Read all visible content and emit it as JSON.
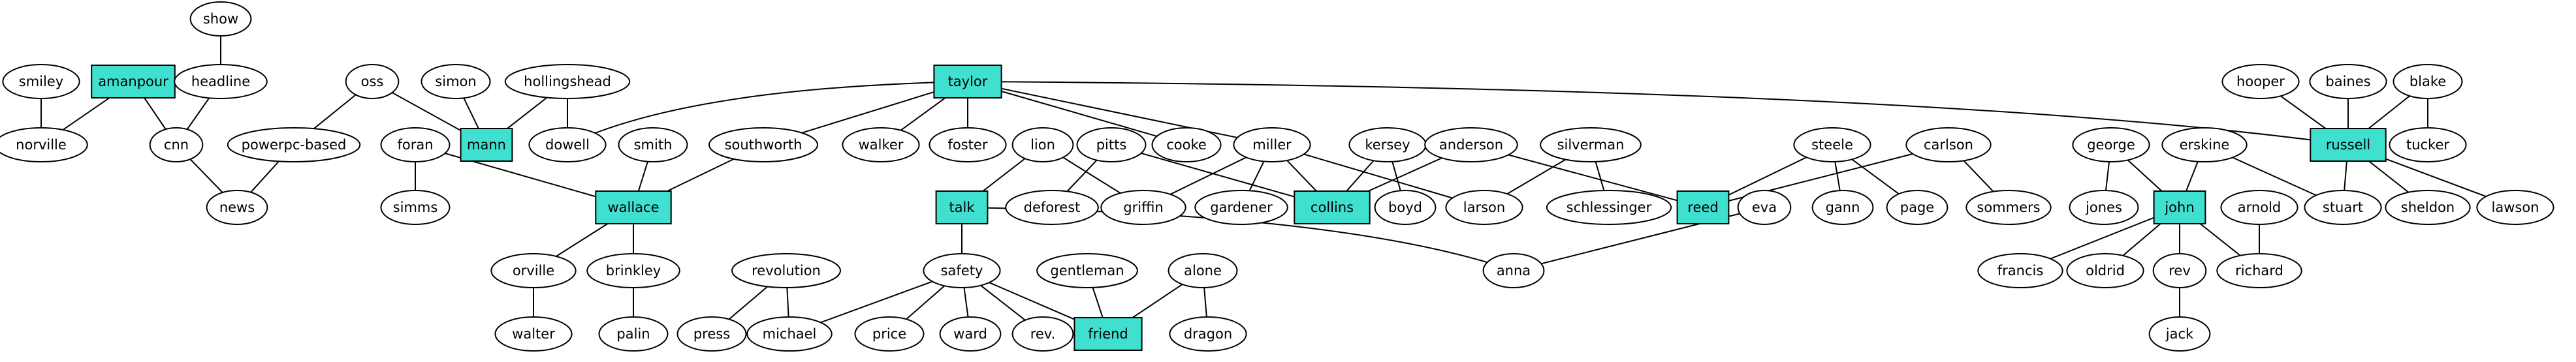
{
  "colors": {
    "highlight_fill": "#40e0d0",
    "default_fill": "#ffffff",
    "stroke": "#000000"
  },
  "nodes": [
    {
      "id": "smiley",
      "label": "smiley",
      "shape": "ellipse"
    },
    {
      "id": "amanpour",
      "label": "amanpour",
      "shape": "box"
    },
    {
      "id": "show",
      "label": "show",
      "shape": "ellipse"
    },
    {
      "id": "headline",
      "label": "headline",
      "shape": "ellipse"
    },
    {
      "id": "norville",
      "label": "norville",
      "shape": "ellipse"
    },
    {
      "id": "cnn",
      "label": "cnn",
      "shape": "ellipse"
    },
    {
      "id": "oss",
      "label": "oss",
      "shape": "ellipse"
    },
    {
      "id": "simon",
      "label": "simon",
      "shape": "ellipse"
    },
    {
      "id": "hollingshead",
      "label": "hollingshead",
      "shape": "ellipse"
    },
    {
      "id": "powerpc-based",
      "label": "powerpc-based",
      "shape": "ellipse"
    },
    {
      "id": "mann",
      "label": "mann",
      "shape": "box"
    },
    {
      "id": "dowell",
      "label": "dowell",
      "shape": "ellipse"
    },
    {
      "id": "news",
      "label": "news",
      "shape": "ellipse"
    },
    {
      "id": "foran",
      "label": "foran",
      "shape": "ellipse"
    },
    {
      "id": "smith",
      "label": "smith",
      "shape": "ellipse"
    },
    {
      "id": "southworth",
      "label": "southworth",
      "shape": "ellipse"
    },
    {
      "id": "simms",
      "label": "simms",
      "shape": "ellipse"
    },
    {
      "id": "wallace",
      "label": "wallace",
      "shape": "box"
    },
    {
      "id": "orville",
      "label": "orville",
      "shape": "ellipse"
    },
    {
      "id": "brinkley",
      "label": "brinkley",
      "shape": "ellipse"
    },
    {
      "id": "walter",
      "label": "walter",
      "shape": "ellipse"
    },
    {
      "id": "palin",
      "label": "palin",
      "shape": "ellipse"
    },
    {
      "id": "taylor",
      "label": "taylor",
      "shape": "box"
    },
    {
      "id": "walker",
      "label": "walker",
      "shape": "ellipse"
    },
    {
      "id": "foster",
      "label": "foster",
      "shape": "ellipse"
    },
    {
      "id": "cooke",
      "label": "cooke",
      "shape": "ellipse"
    },
    {
      "id": "lion",
      "label": "lion",
      "shape": "ellipse"
    },
    {
      "id": "pitts",
      "label": "pitts",
      "shape": "ellipse"
    },
    {
      "id": "miller",
      "label": "miller",
      "shape": "ellipse"
    },
    {
      "id": "kersey",
      "label": "kersey",
      "shape": "ellipse"
    },
    {
      "id": "anderson",
      "label": "anderson",
      "shape": "ellipse"
    },
    {
      "id": "silverman",
      "label": "silverman",
      "shape": "ellipse"
    },
    {
      "id": "talk",
      "label": "talk",
      "shape": "box"
    },
    {
      "id": "deforest",
      "label": "deforest",
      "shape": "ellipse"
    },
    {
      "id": "griffin",
      "label": "griffin",
      "shape": "ellipse"
    },
    {
      "id": "gardener",
      "label": "gardener",
      "shape": "ellipse"
    },
    {
      "id": "collins",
      "label": "collins",
      "shape": "box"
    },
    {
      "id": "boyd",
      "label": "boyd",
      "shape": "ellipse"
    },
    {
      "id": "larson",
      "label": "larson",
      "shape": "ellipse"
    },
    {
      "id": "schlessinger",
      "label": "schlessinger",
      "shape": "ellipse"
    },
    {
      "id": "revolution",
      "label": "revolution",
      "shape": "ellipse"
    },
    {
      "id": "safety",
      "label": "safety",
      "shape": "ellipse"
    },
    {
      "id": "gentleman",
      "label": "gentleman",
      "shape": "ellipse"
    },
    {
      "id": "alone",
      "label": "alone",
      "shape": "ellipse"
    },
    {
      "id": "press",
      "label": "press",
      "shape": "ellipse"
    },
    {
      "id": "michael",
      "label": "michael",
      "shape": "ellipse"
    },
    {
      "id": "price",
      "label": "price",
      "shape": "ellipse"
    },
    {
      "id": "ward",
      "label": "ward",
      "shape": "ellipse"
    },
    {
      "id": "rev.",
      "label": "rev.",
      "shape": "ellipse"
    },
    {
      "id": "friend",
      "label": "friend",
      "shape": "box"
    },
    {
      "id": "dragon",
      "label": "dragon",
      "shape": "ellipse"
    },
    {
      "id": "anna",
      "label": "anna",
      "shape": "ellipse"
    },
    {
      "id": "steele",
      "label": "steele",
      "shape": "ellipse"
    },
    {
      "id": "carlson",
      "label": "carlson",
      "shape": "ellipse"
    },
    {
      "id": "reed",
      "label": "reed",
      "shape": "box"
    },
    {
      "id": "eva",
      "label": "eva",
      "shape": "ellipse"
    },
    {
      "id": "gann",
      "label": "gann",
      "shape": "ellipse"
    },
    {
      "id": "page",
      "label": "page",
      "shape": "ellipse"
    },
    {
      "id": "sommers",
      "label": "sommers",
      "shape": "ellipse"
    },
    {
      "id": "george",
      "label": "george",
      "shape": "ellipse"
    },
    {
      "id": "erskine",
      "label": "erskine",
      "shape": "ellipse"
    },
    {
      "id": "jones",
      "label": "jones",
      "shape": "ellipse"
    },
    {
      "id": "john",
      "label": "john",
      "shape": "box"
    },
    {
      "id": "arnold",
      "label": "arnold",
      "shape": "ellipse"
    },
    {
      "id": "francis",
      "label": "francis",
      "shape": "ellipse"
    },
    {
      "id": "oldrid",
      "label": "oldrid",
      "shape": "ellipse"
    },
    {
      "id": "rev",
      "label": "rev",
      "shape": "ellipse"
    },
    {
      "id": "richard",
      "label": "richard",
      "shape": "ellipse"
    },
    {
      "id": "jack",
      "label": "jack",
      "shape": "ellipse"
    },
    {
      "id": "hooper",
      "label": "hooper",
      "shape": "ellipse"
    },
    {
      "id": "baines",
      "label": "baines",
      "shape": "ellipse"
    },
    {
      "id": "blake",
      "label": "blake",
      "shape": "ellipse"
    },
    {
      "id": "russell",
      "label": "russell",
      "shape": "box"
    },
    {
      "id": "tucker",
      "label": "tucker",
      "shape": "ellipse"
    },
    {
      "id": "stuart",
      "label": "stuart",
      "shape": "ellipse"
    },
    {
      "id": "sheldon",
      "label": "sheldon",
      "shape": "ellipse"
    },
    {
      "id": "lawson",
      "label": "lawson",
      "shape": "ellipse"
    }
  ],
  "edges": [
    [
      "smiley",
      "norville"
    ],
    [
      "amanpour",
      "norville"
    ],
    [
      "amanpour",
      "cnn"
    ],
    [
      "show",
      "headline"
    ],
    [
      "headline",
      "cnn"
    ],
    [
      "cnn",
      "news"
    ],
    [
      "oss",
      "powerpc-based"
    ],
    [
      "oss",
      "mann"
    ],
    [
      "powerpc-based",
      "news"
    ],
    [
      "simon",
      "mann"
    ],
    [
      "hollingshead",
      "mann"
    ],
    [
      "hollingshead",
      "dowell"
    ],
    [
      "foran",
      "simms"
    ],
    [
      "foran",
      "wallace"
    ],
    [
      "smith",
      "wallace"
    ],
    [
      "southworth",
      "wallace"
    ],
    [
      "wallace",
      "orville"
    ],
    [
      "wallace",
      "brinkley"
    ],
    [
      "orville",
      "walter"
    ],
    [
      "brinkley",
      "palin"
    ],
    [
      "taylor",
      "dowell"
    ],
    [
      "taylor",
      "southworth"
    ],
    [
      "taylor",
      "walker"
    ],
    [
      "taylor",
      "foster"
    ],
    [
      "taylor",
      "cooke"
    ],
    [
      "taylor",
      "miller"
    ],
    [
      "taylor",
      "russell"
    ],
    [
      "lion",
      "talk"
    ],
    [
      "lion",
      "griffin"
    ],
    [
      "pitts",
      "deforest"
    ],
    [
      "pitts",
      "collins"
    ],
    [
      "miller",
      "griffin"
    ],
    [
      "miller",
      "gardener"
    ],
    [
      "miller",
      "collins"
    ],
    [
      "miller",
      "larson"
    ],
    [
      "kersey",
      "collins"
    ],
    [
      "kersey",
      "boyd"
    ],
    [
      "anderson",
      "collins"
    ],
    [
      "anderson",
      "reed"
    ],
    [
      "silverman",
      "larson"
    ],
    [
      "silverman",
      "schlessinger"
    ],
    [
      "talk",
      "safety"
    ],
    [
      "talk",
      "anna"
    ],
    [
      "eva",
      "anna"
    ],
    [
      "revolution",
      "press"
    ],
    [
      "revolution",
      "michael"
    ],
    [
      "safety",
      "michael"
    ],
    [
      "safety",
      "price"
    ],
    [
      "safety",
      "ward"
    ],
    [
      "safety",
      "rev."
    ],
    [
      "safety",
      "friend"
    ],
    [
      "gentleman",
      "friend"
    ],
    [
      "alone",
      "friend"
    ],
    [
      "alone",
      "dragon"
    ],
    [
      "steele",
      "reed"
    ],
    [
      "steele",
      "gann"
    ],
    [
      "steele",
      "page"
    ],
    [
      "carlson",
      "reed"
    ],
    [
      "carlson",
      "sommers"
    ],
    [
      "george",
      "jones"
    ],
    [
      "george",
      "john"
    ],
    [
      "erskine",
      "john"
    ],
    [
      "erskine",
      "stuart"
    ],
    [
      "john",
      "francis"
    ],
    [
      "john",
      "oldrid"
    ],
    [
      "john",
      "rev"
    ],
    [
      "john",
      "richard"
    ],
    [
      "arnold",
      "richard"
    ],
    [
      "rev",
      "jack"
    ],
    [
      "hooper",
      "russell"
    ],
    [
      "baines",
      "russell"
    ],
    [
      "blake",
      "russell"
    ],
    [
      "blake",
      "tucker"
    ],
    [
      "russell",
      "stuart"
    ],
    [
      "russell",
      "sheldon"
    ],
    [
      "russell",
      "lawson"
    ]
  ]
}
